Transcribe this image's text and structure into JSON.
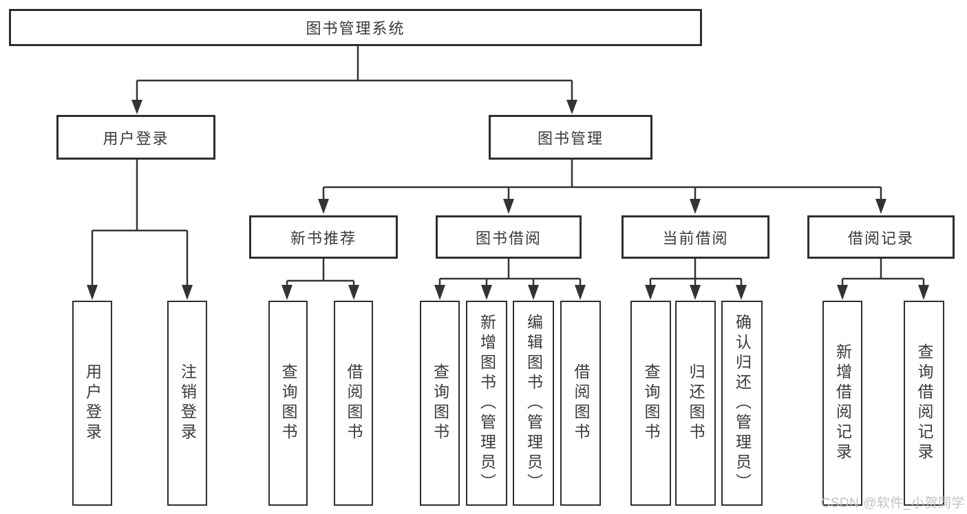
{
  "diagram": {
    "root": {
      "label": "图书管理系统"
    },
    "branches": [
      {
        "label": "用户登录",
        "children": [
          {
            "label": "用户登录"
          },
          {
            "label": "注销登录"
          }
        ]
      },
      {
        "label": "图书管理",
        "children": [
          {
            "label": "新书推荐",
            "children": [
              {
                "label": "查询图书"
              },
              {
                "label": "借阅图书"
              }
            ]
          },
          {
            "label": "图书借阅",
            "children": [
              {
                "label": "查询图书"
              },
              {
                "label": "新增图书（管理员）"
              },
              {
                "label": "编辑图书（管理员）"
              },
              {
                "label": "借阅图书"
              }
            ]
          },
          {
            "label": "当前借阅",
            "children": [
              {
                "label": "查询图书"
              },
              {
                "label": "归还图书"
              },
              {
                "label": "确认归还（管理员）"
              }
            ]
          },
          {
            "label": "借阅记录",
            "children": [
              {
                "label": "新增借阅记录"
              },
              {
                "label": "查询借阅记录"
              }
            ]
          }
        ]
      }
    ]
  },
  "watermark": {
    "text": "CSDN @软件_小贺同学"
  },
  "colors": {
    "line": "#333333",
    "box_border": "#2e2e2e",
    "text": "#3a3a3a",
    "watermark": "#bebebe",
    "background": "#ffffff"
  }
}
